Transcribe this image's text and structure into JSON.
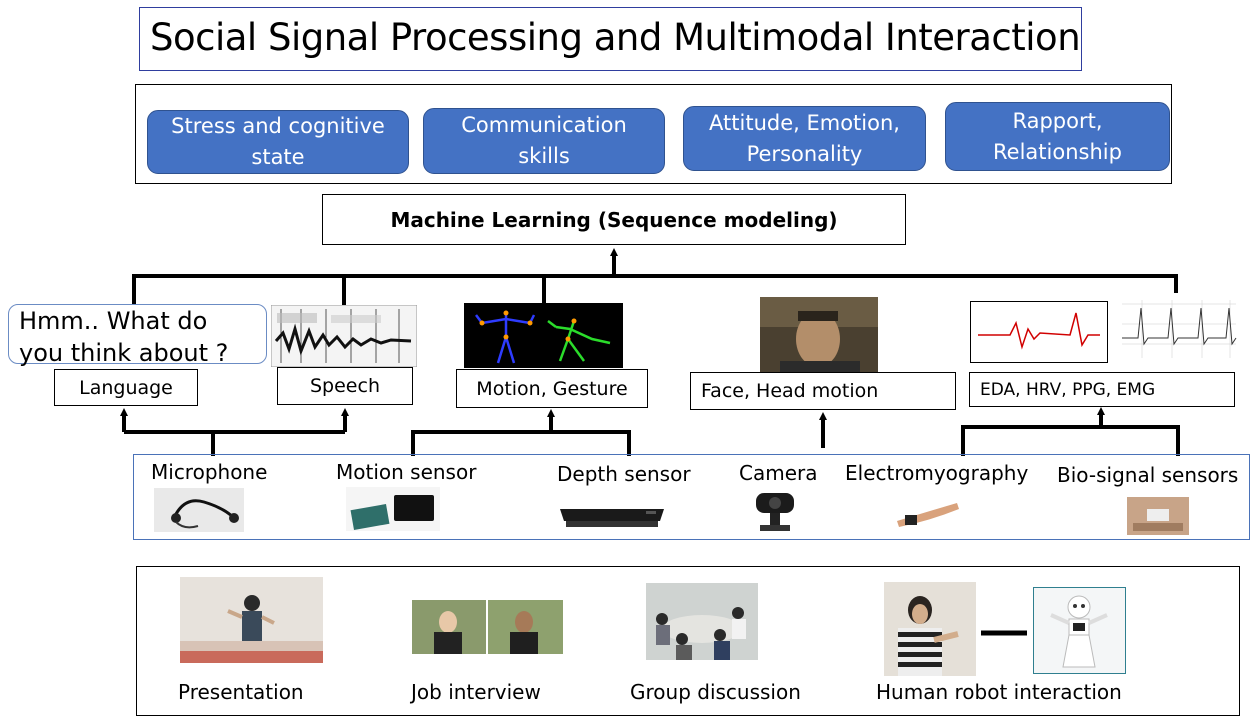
{
  "title": "Social Signal Processing and Multimodal Interaction",
  "outcomes": [
    {
      "line1": "Stress and cognitive",
      "line2": "state"
    },
    {
      "line1": "Communication",
      "line2": "skills"
    },
    {
      "line1": "Attitude, Emotion,",
      "line2": "Personality"
    },
    {
      "line1": "Rapport,",
      "line2": "Relationship"
    }
  ],
  "machine_learning": "Machine Learning (Sequence modeling)",
  "speech_bubble": {
    "line1": "Hmm..  What do",
    "line2": "you think about ?"
  },
  "modalities": {
    "language": "Language",
    "speech": "Speech",
    "motion": "Motion, Gesture",
    "face": "Face, Head motion",
    "biosignal": "EDA, HRV,  PPG, EMG"
  },
  "sensors": {
    "microphone": "Microphone",
    "motion_sensor": "Motion sensor",
    "depth_sensor": "Depth sensor",
    "camera": "Camera",
    "emg": "Electromyography",
    "bio": "Bio-signal sensors"
  },
  "scenarios": {
    "presentation": "Presentation",
    "job_interview": "Job interview",
    "group_discussion": "Group discussion",
    "hri": "Human robot interaction"
  },
  "colors": {
    "pill": "#4472c4",
    "title_border": "#2f3e9e",
    "sensor_border": "#4a72b8"
  }
}
